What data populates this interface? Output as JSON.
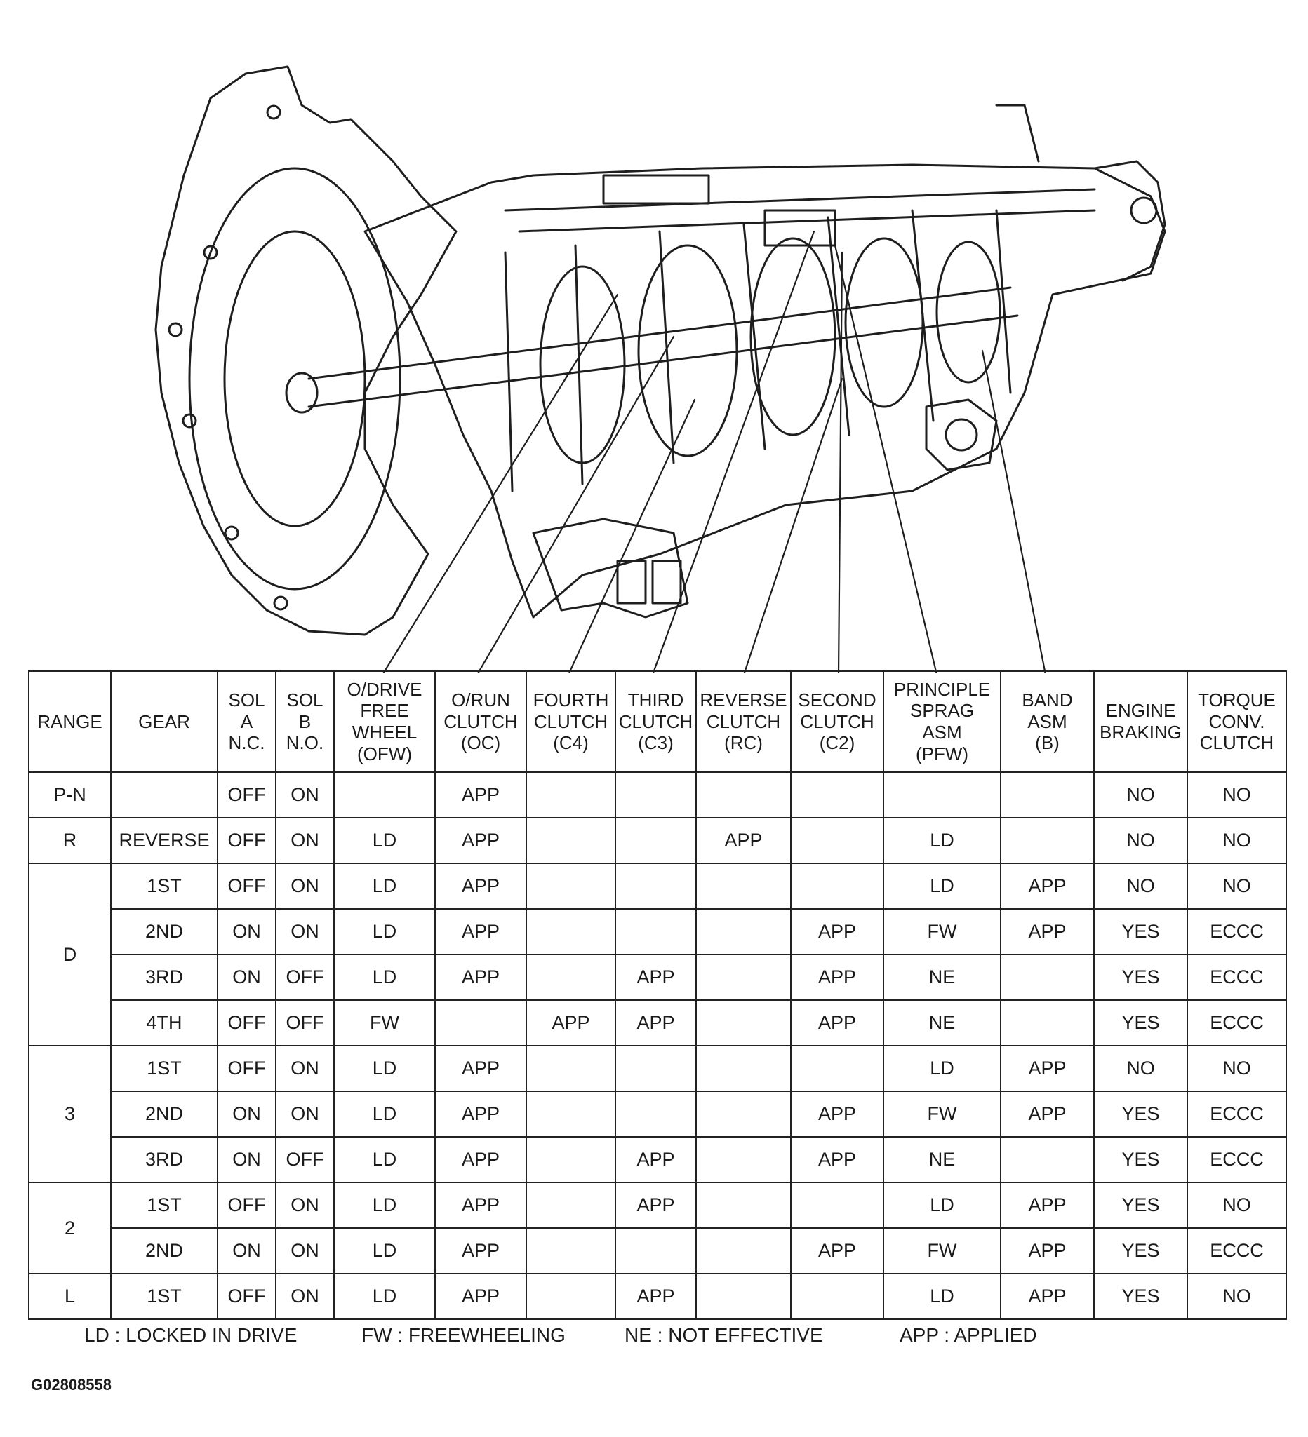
{
  "table": {
    "columns": [
      [
        "RANGE"
      ],
      [
        "GEAR"
      ],
      [
        "SOL",
        "A",
        "N.C."
      ],
      [
        "SOL",
        "B",
        "N.O."
      ],
      [
        "O/DRIVE",
        "FREE",
        "WHEEL",
        "(OFW)"
      ],
      [
        "O/RUN",
        "CLUTCH",
        "(OC)"
      ],
      [
        "FOURTH",
        "CLUTCH",
        "(C4)"
      ],
      [
        "THIRD",
        "CLUTCH",
        "(C3)"
      ],
      [
        "REVERSE",
        "CLUTCH",
        "(RC)"
      ],
      [
        "SECOND",
        "CLUTCH",
        "(C2)"
      ],
      [
        "PRINCIPLE",
        "SPRAG",
        "ASM",
        "(PFW)"
      ],
      [
        "BAND",
        "ASM",
        "(B)"
      ],
      [
        "ENGINE",
        "BRAKING"
      ],
      [
        "TORQUE",
        "CONV.",
        "CLUTCH"
      ]
    ],
    "ranges": [
      {
        "label": "P-N",
        "rows": [
          [
            "",
            "OFF",
            "ON",
            "",
            "APP",
            "",
            "",
            "",
            "",
            "",
            "",
            "NO",
            "NO"
          ]
        ]
      },
      {
        "label": "R",
        "rows": [
          [
            "REVERSE",
            "OFF",
            "ON",
            "LD",
            "APP",
            "",
            "",
            "APP",
            "",
            "LD",
            "",
            "NO",
            "NO"
          ]
        ]
      },
      {
        "label": "D",
        "rows": [
          [
            "1ST",
            "OFF",
            "ON",
            "LD",
            "APP",
            "",
            "",
            "",
            "",
            "LD",
            "APP",
            "NO",
            "NO"
          ],
          [
            "2ND",
            "ON",
            "ON",
            "LD",
            "APP",
            "",
            "",
            "",
            "APP",
            "FW",
            "APP",
            "YES",
            "ECCC"
          ],
          [
            "3RD",
            "ON",
            "OFF",
            "LD",
            "APP",
            "",
            "APP",
            "",
            "APP",
            "NE",
            "",
            "YES",
            "ECCC"
          ],
          [
            "4TH",
            "OFF",
            "OFF",
            "FW",
            "",
            "APP",
            "APP",
            "",
            "APP",
            "NE",
            "",
            "YES",
            "ECCC"
          ]
        ]
      },
      {
        "label": "3",
        "rows": [
          [
            "1ST",
            "OFF",
            "ON",
            "LD",
            "APP",
            "",
            "",
            "",
            "",
            "LD",
            "APP",
            "NO",
            "NO"
          ],
          [
            "2ND",
            "ON",
            "ON",
            "LD",
            "APP",
            "",
            "",
            "",
            "APP",
            "FW",
            "APP",
            "YES",
            "ECCC"
          ],
          [
            "3RD",
            "ON",
            "OFF",
            "LD",
            "APP",
            "",
            "APP",
            "",
            "APP",
            "NE",
            "",
            "YES",
            "ECCC"
          ]
        ]
      },
      {
        "label": "2",
        "rows": [
          [
            "1ST",
            "OFF",
            "ON",
            "LD",
            "APP",
            "",
            "APP",
            "",
            "",
            "LD",
            "APP",
            "YES",
            "NO"
          ],
          [
            "2ND",
            "ON",
            "ON",
            "LD",
            "APP",
            "",
            "",
            "",
            "APP",
            "FW",
            "APP",
            "YES",
            "ECCC"
          ]
        ]
      },
      {
        "label": "L",
        "rows": [
          [
            "1ST",
            "OFF",
            "ON",
            "LD",
            "APP",
            "",
            "APP",
            "",
            "",
            "LD",
            "APP",
            "YES",
            "NO"
          ]
        ]
      }
    ]
  },
  "legend": [
    "LD : LOCKED IN DRIVE",
    "FW : FREEWHEELING",
    "NE : NOT EFFECTIVE",
    "APP : APPLIED"
  ],
  "figure_id": "G02808558"
}
